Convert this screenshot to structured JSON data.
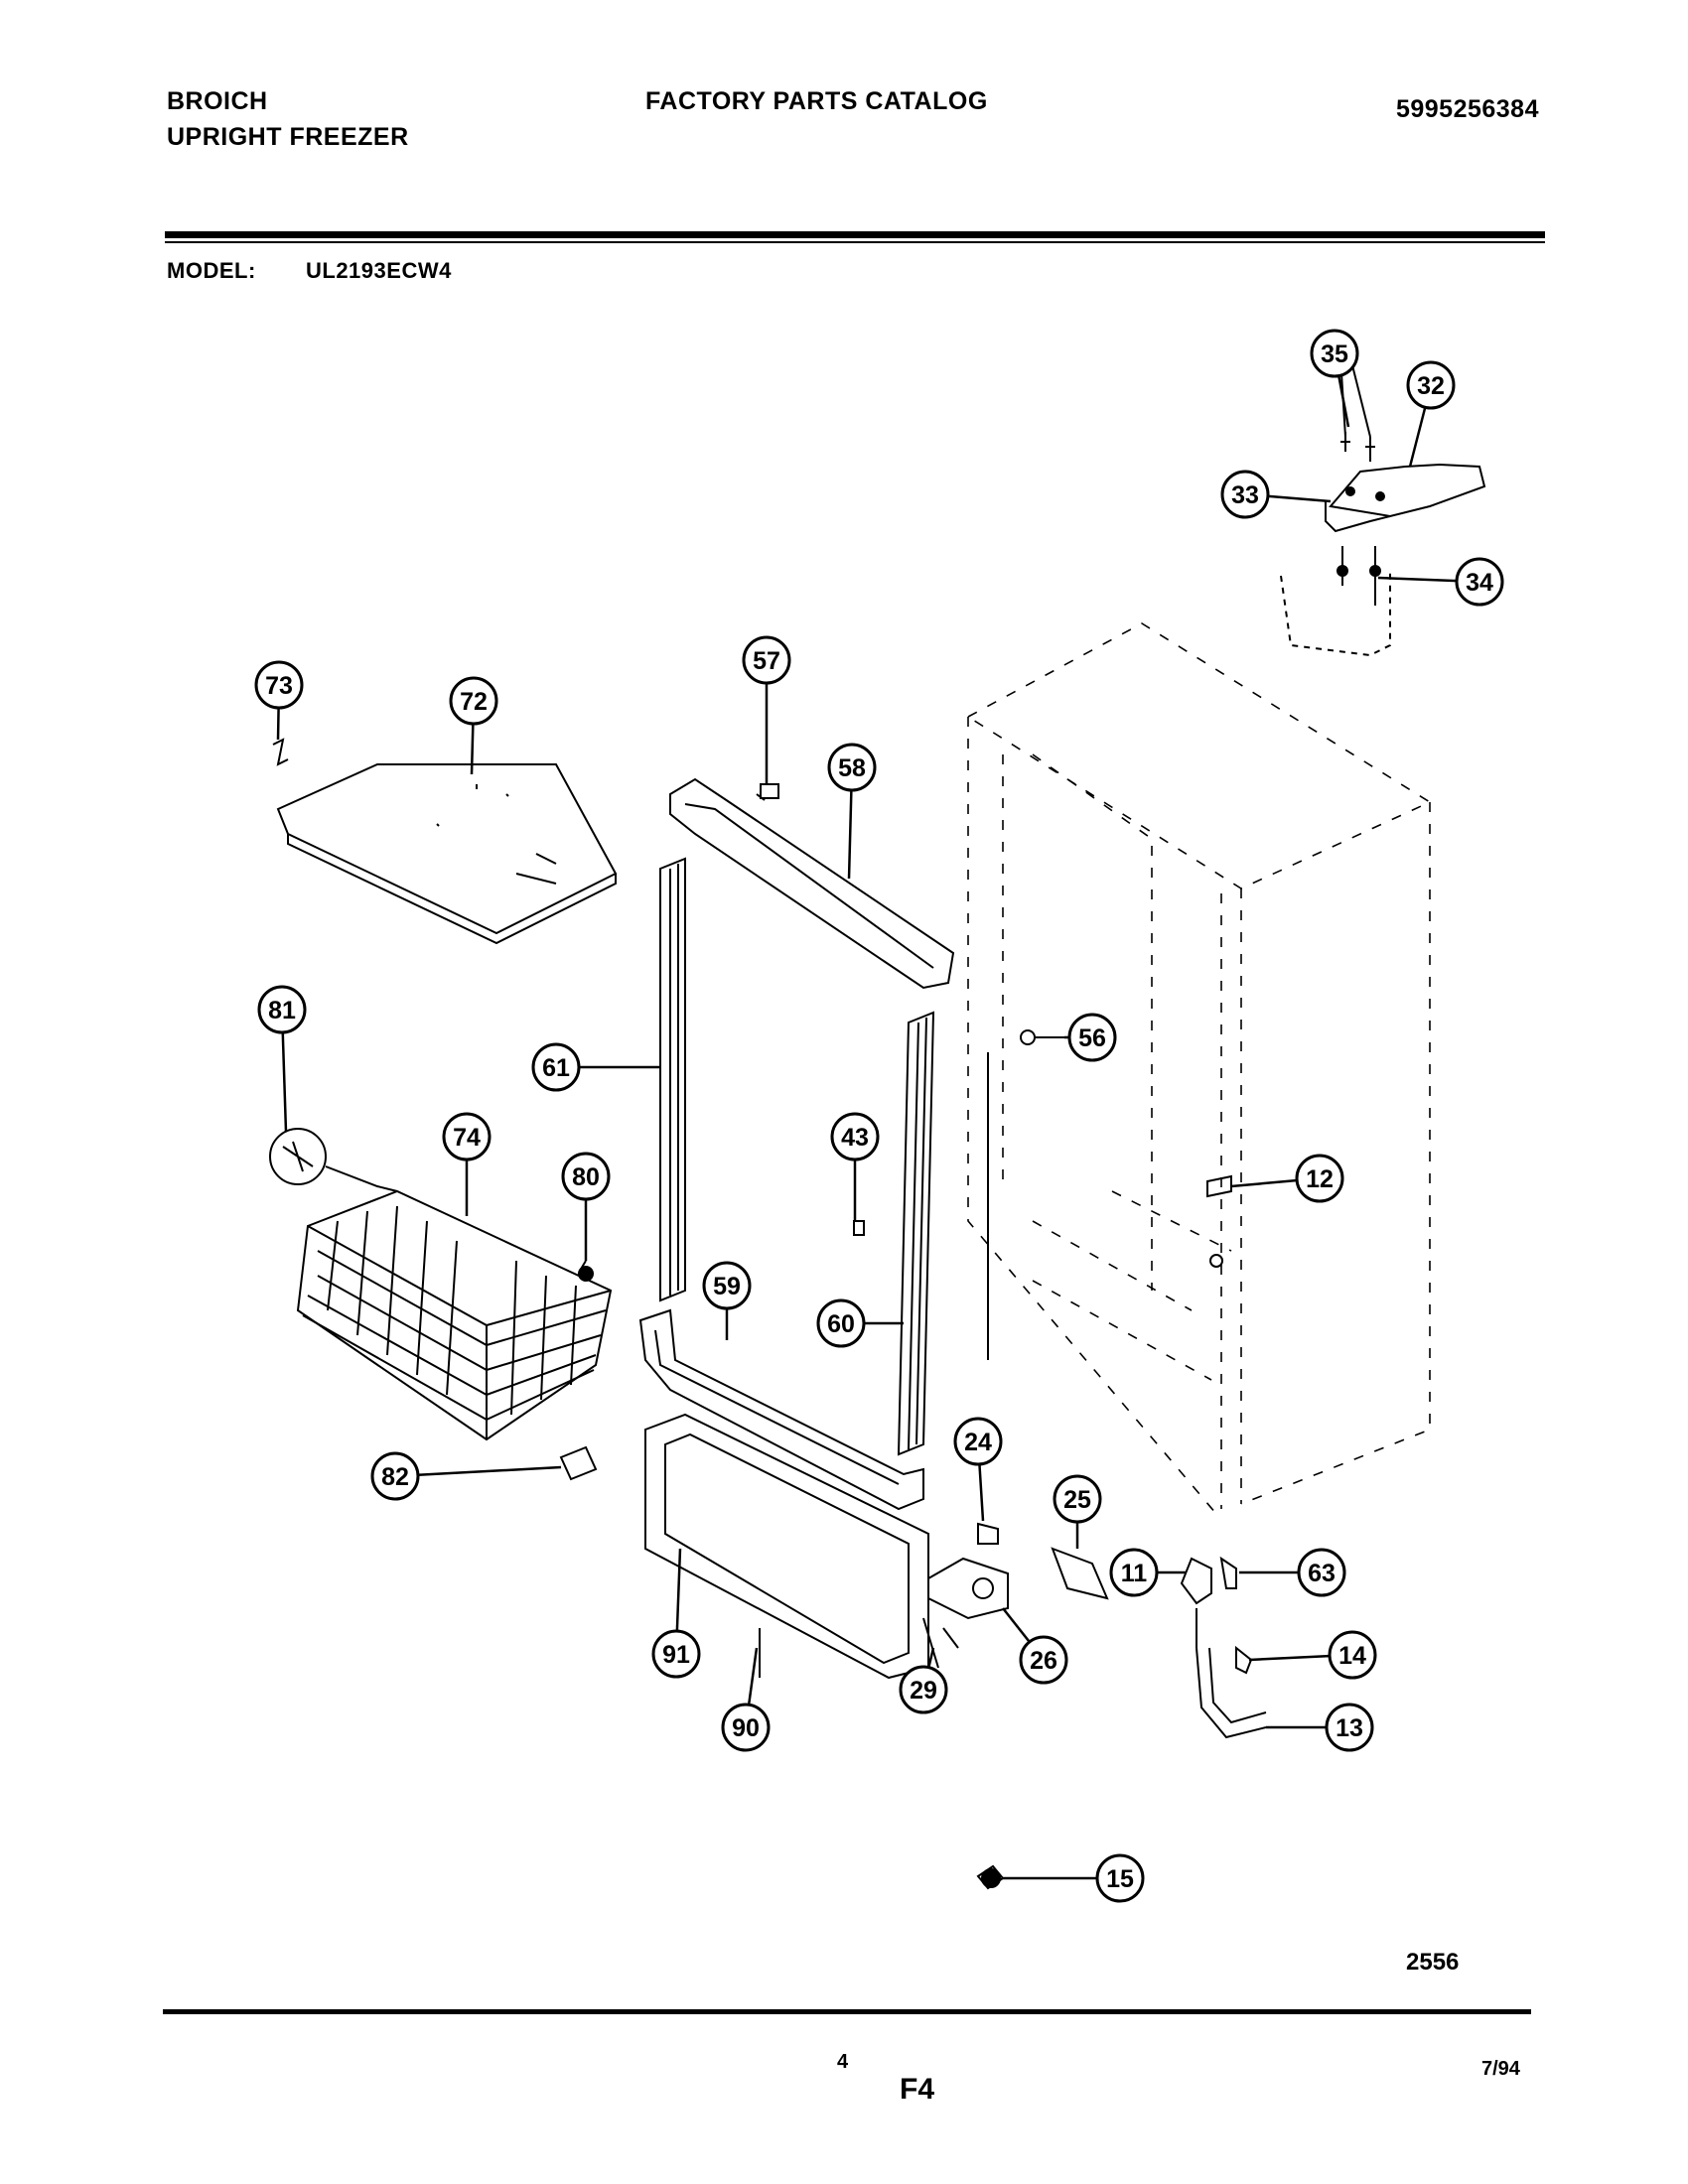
{
  "header": {
    "brand": "BROICH",
    "product": "UPRIGHT FREEZER",
    "catalog_title": "FACTORY PARTS CATALOG",
    "part_number": "5995256384",
    "model_label": "MODEL:",
    "model_value": "UL2193ECW4"
  },
  "diagram": {
    "callouts": [
      "35",
      "32",
      "33",
      "34",
      "73",
      "72",
      "57",
      "58",
      "81",
      "61",
      "56",
      "74",
      "80",
      "43",
      "12",
      "59",
      "60",
      "82",
      "24",
      "25",
      "11",
      "63",
      "91",
      "90",
      "29",
      "26",
      "14",
      "13",
      "15"
    ]
  },
  "footer": {
    "diagram_code": "2556",
    "page_number": "4",
    "section_code": "F4",
    "date_code": "7/94"
  }
}
